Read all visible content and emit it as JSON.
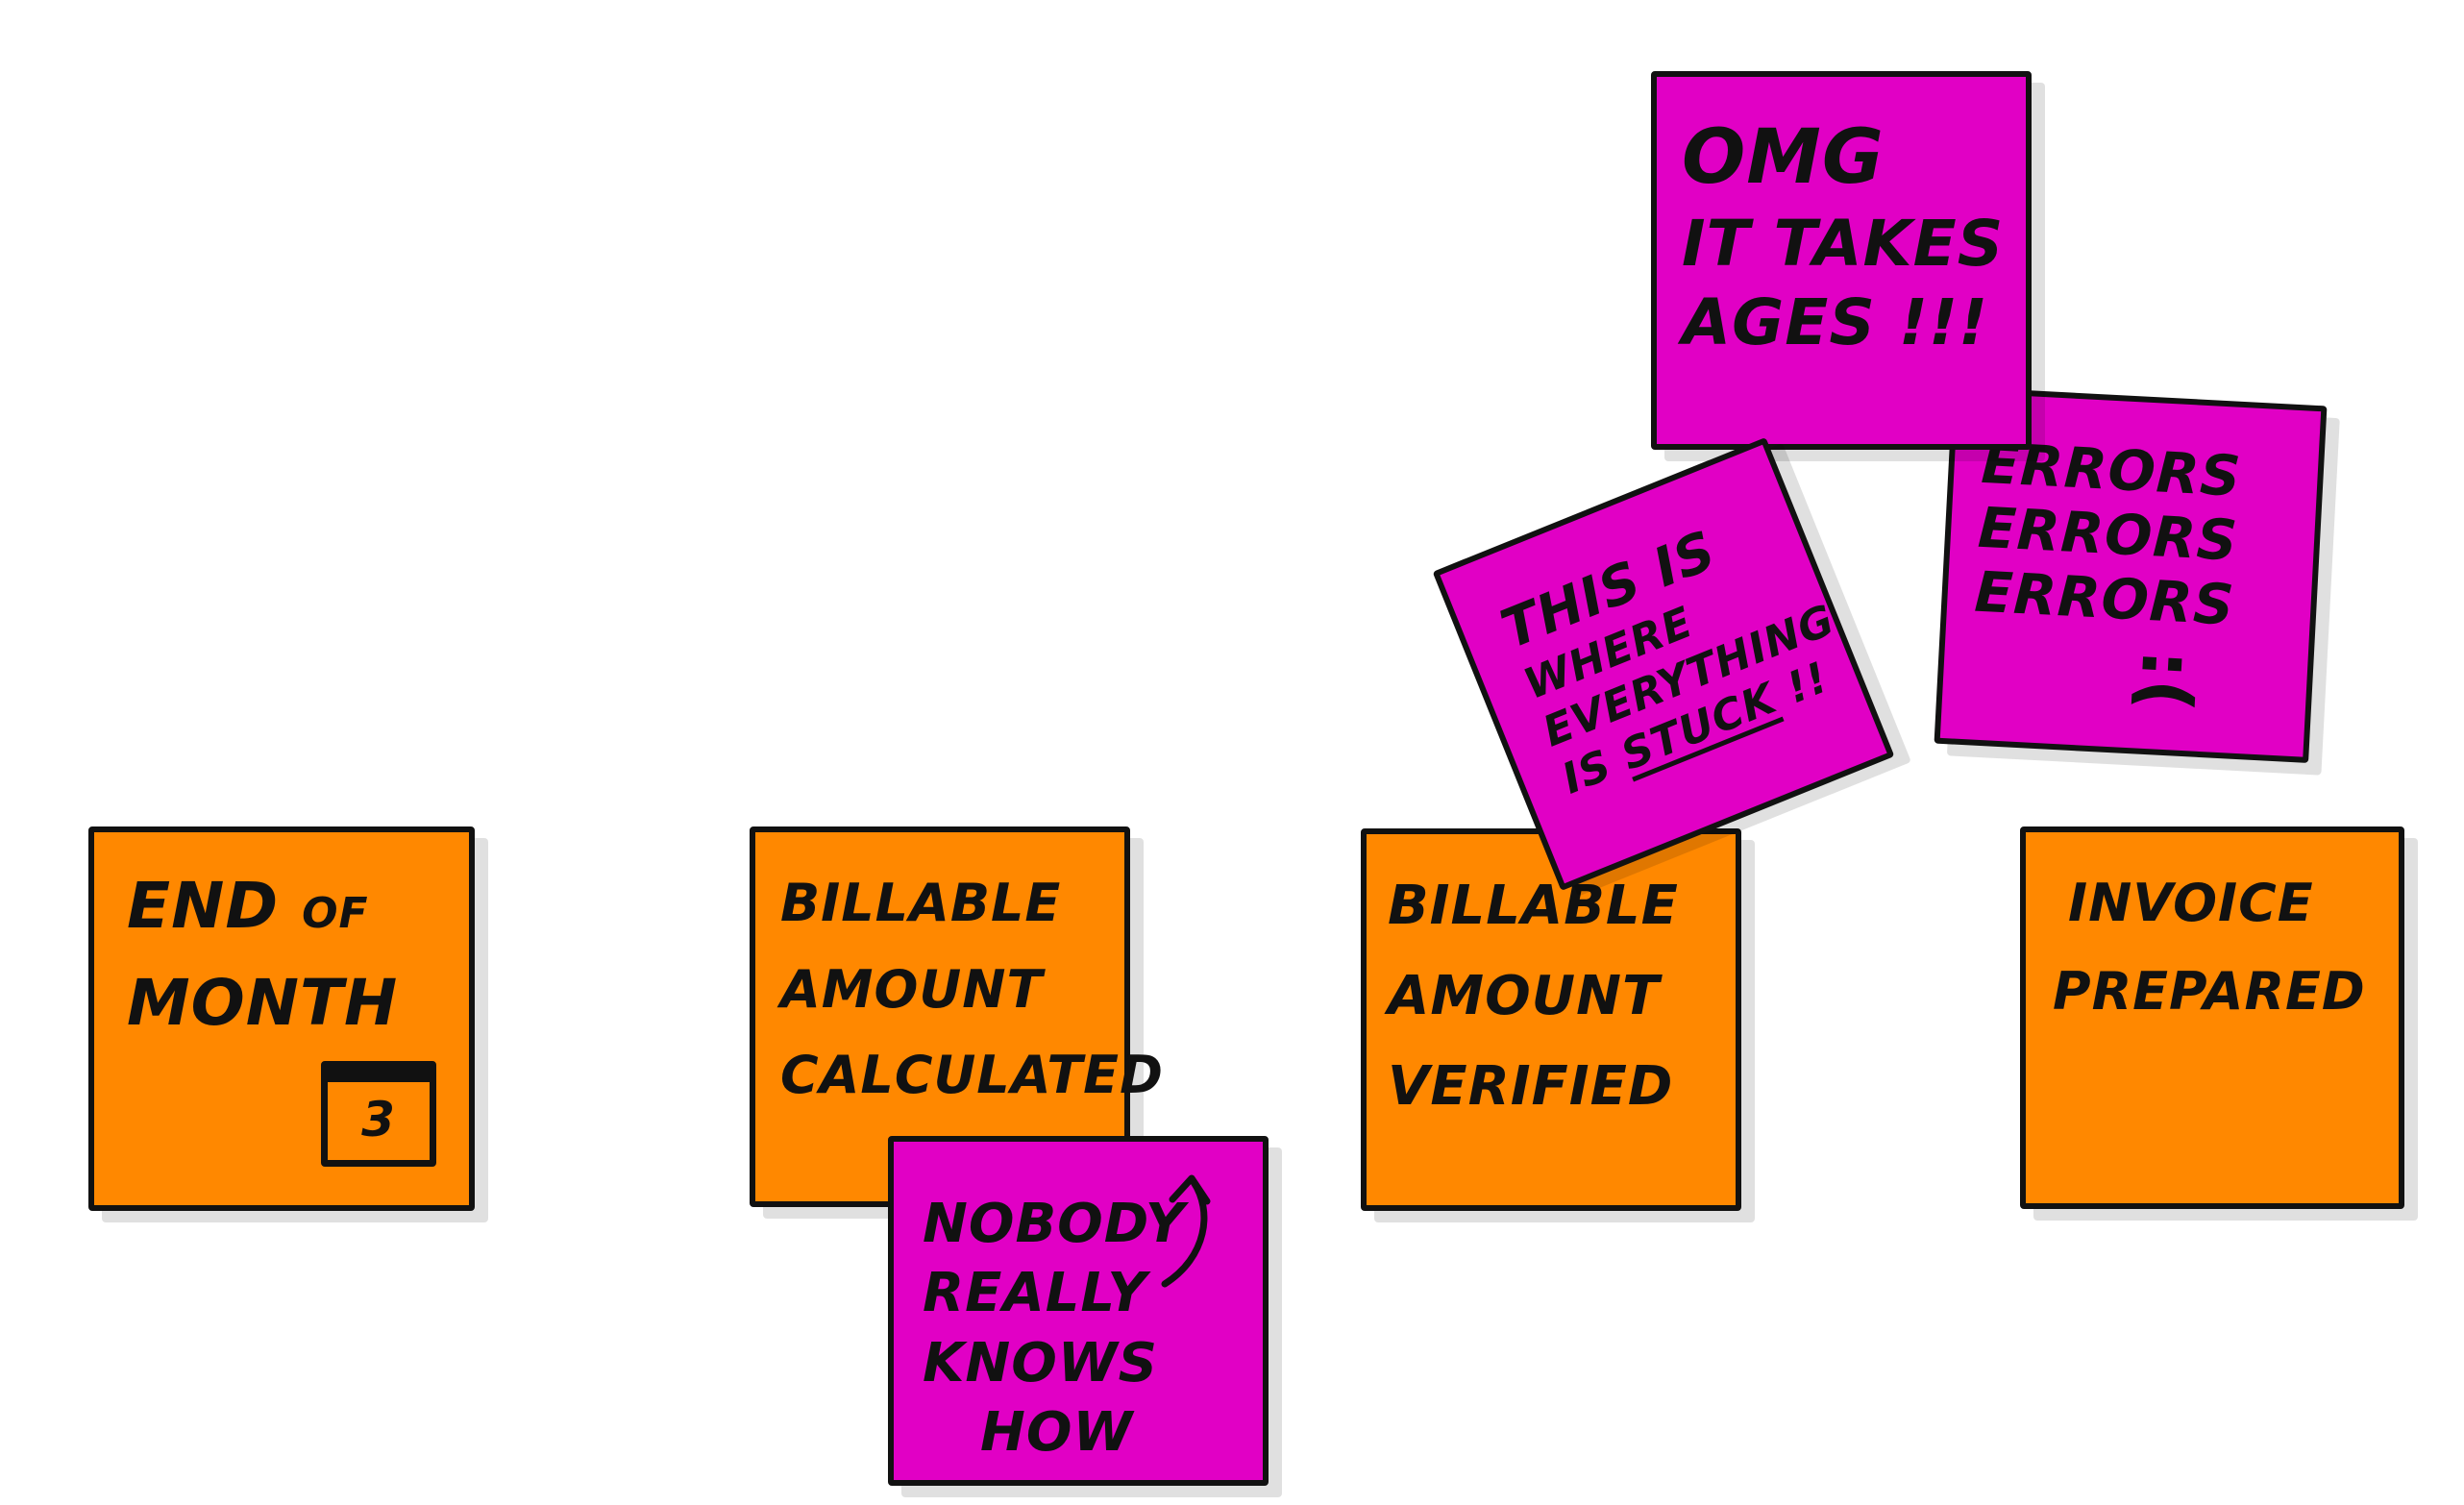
{
  "notes": {
    "end_of_month": {
      "line1": "END",
      "line1_small": "OF",
      "line2": "MONTH",
      "calendar_day": "3"
    },
    "calculated": {
      "line1": "BILLABLE",
      "line2": "AMOUNT",
      "line3": "CALCULATED"
    },
    "verified": {
      "line1": "BILLABLE",
      "line2": "AMOUNT",
      "line3": "VERIFIED"
    },
    "invoice": {
      "line1": "INVOICE",
      "line2": "PREPARED"
    },
    "nobody": {
      "line1": "NOBODY",
      "line2": "REALLY",
      "line3": "KNOWS",
      "line4": "HOW"
    },
    "omg": {
      "line1": "OMG",
      "line2": "IT TAKES",
      "line3": "AGES !!!"
    },
    "stuck": {
      "line1": "THIS IS",
      "line2": "WHERE",
      "line3": "EVERYTHING",
      "line4_prefix": "IS ",
      "line4_word": "STUCK",
      "line4_suffix": "!!"
    },
    "errors": {
      "line1": "ERRORS",
      "line2": "ERRORS",
      "line3": "ERRORS",
      "face": ":("
    }
  },
  "colors": {
    "event": "#ff8800",
    "hotspot": "#e100c5"
  }
}
